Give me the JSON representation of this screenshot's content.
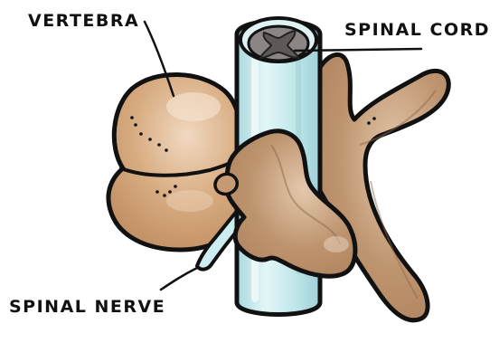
{
  "labels": {
    "vertebra": "VERTEBRA",
    "spinal_cord": "SPINAL CORD",
    "spinal_nerve": "SPINAL NERVE"
  },
  "colors": {
    "bone": "#d7ab80",
    "bone_shade": "#c18f63",
    "bone_dark": "#b08060",
    "process": "#b88e6a",
    "cord": "#bfe6ea",
    "cord_highlight": "#e6f7f8",
    "gray_matter": "#7d7777",
    "outline": "#111111"
  }
}
